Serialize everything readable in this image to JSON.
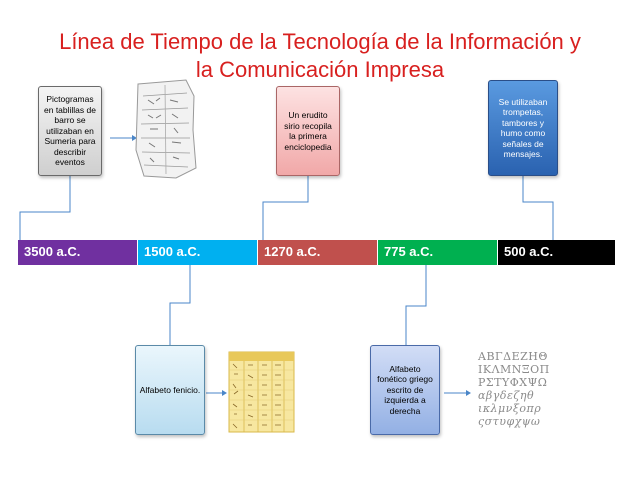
{
  "title": {
    "line1": "Línea de Tiempo de la Tecnología de la Información y",
    "line2": "la Comunicación Impresa"
  },
  "timeline": [
    {
      "label": "3500 a.C.",
      "color": "#7030a0"
    },
    {
      "label": "1500 a.C.",
      "color": "#00b0f0"
    },
    {
      "label": "1270 a.C.",
      "color": "#c0504d"
    },
    {
      "label": "775 a.C.",
      "color": "#00b050"
    },
    {
      "label": "500 a.C.",
      "color": "#000000"
    }
  ],
  "events": {
    "pictogramas": "Pictogramas en tablillas de barro se utilizaban en Sumeria para describir eventos",
    "erudito": "Un erudito sirio recopila la primera enciclopedia",
    "trompetas": "Se utilizaban trompetas, tambores y humo como señales de mensajes.",
    "fenicio": "Alfabeto fenicio.",
    "griego": "Alfabeto fonético griego escrito de izquierda a derecha"
  },
  "colors": {
    "title": "#d8201f",
    "gray_box": "#e0e0e0",
    "pink_box": "#f8c0c0",
    "blue_box": "#3a78c8",
    "lightblue_box": "#d6ecf7",
    "periwinkle_box": "#b4c8ec"
  },
  "illustrations": {
    "tablet": "sumerian-clay-tablet",
    "phoenician_table": "phoenician-alphabet-table",
    "greek_letters": [
      "ΑΒΓΔΕΖΗΘ",
      "ΙΚΛΜΝΞΟΠ",
      "ΡΣΤΥΦΧΨΩ",
      "αβγδεζηθ",
      "ικλμνξοπρ",
      "ςστυφχψω"
    ]
  }
}
